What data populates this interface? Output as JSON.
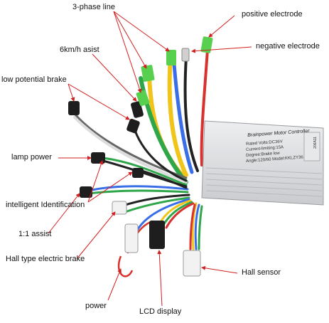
{
  "labels": {
    "three_phase": "3-phase line",
    "positive": "positive electrode",
    "negative": "negative electrode",
    "speed": "6km/h asist",
    "low_brake": "low potential brake",
    "lamp": "lamp power",
    "identification": "intelligent Identification",
    "assist": "1:1 assist",
    "hall_brake": "Hall type electric brake",
    "hall_sensor": "Hall sensor",
    "power": "power",
    "lcd": "LCD display"
  },
  "controller": {
    "title": "Brainpower Motor Controller",
    "specs": [
      "Rated Volts:DC36V",
      "Current-limiting:15A",
      "Degree:Brake low",
      "Angle:120/60   Model:KKLZY36"
    ],
    "serial": "206A11"
  },
  "colors": {
    "callout": "#d21f1f",
    "controller_body": "#d9dadc",
    "green_connector": "#58d04f",
    "yellow_wire": "#f1c419",
    "blue_wire": "#3a6ee8",
    "green_wire": "#2fa64a",
    "red_wire": "#d8322f"
  }
}
